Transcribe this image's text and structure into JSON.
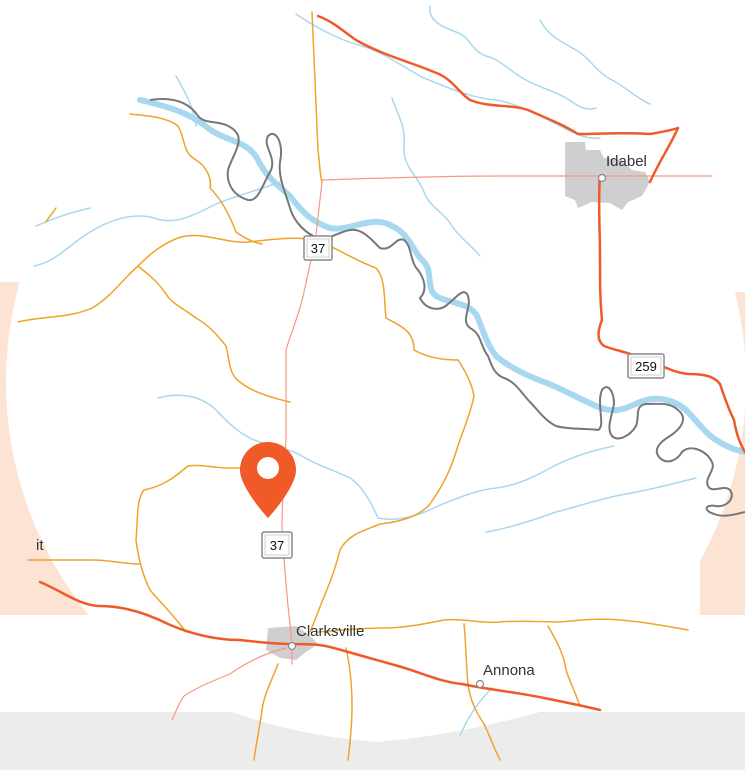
{
  "map": {
    "colors": {
      "background": "#ffffff",
      "halo": "#fde3d3",
      "footer_band": "#ececec",
      "river": "#a8d8ef",
      "state_border": "#777777",
      "highway": "#f05a28",
      "road": "#f0a22a",
      "minor_road": "#f49a80",
      "urban": "#cfcfcf",
      "marker": "#f05a28"
    },
    "places": [
      {
        "name": "Idabel"
      },
      {
        "name": "Clarksville"
      },
      {
        "name": "Annona"
      },
      {
        "name": "it"
      }
    ],
    "shields": [
      {
        "number": "37"
      },
      {
        "number": "37"
      },
      {
        "number": "259"
      }
    ],
    "marker": {
      "icon": "map-pin-icon"
    }
  }
}
